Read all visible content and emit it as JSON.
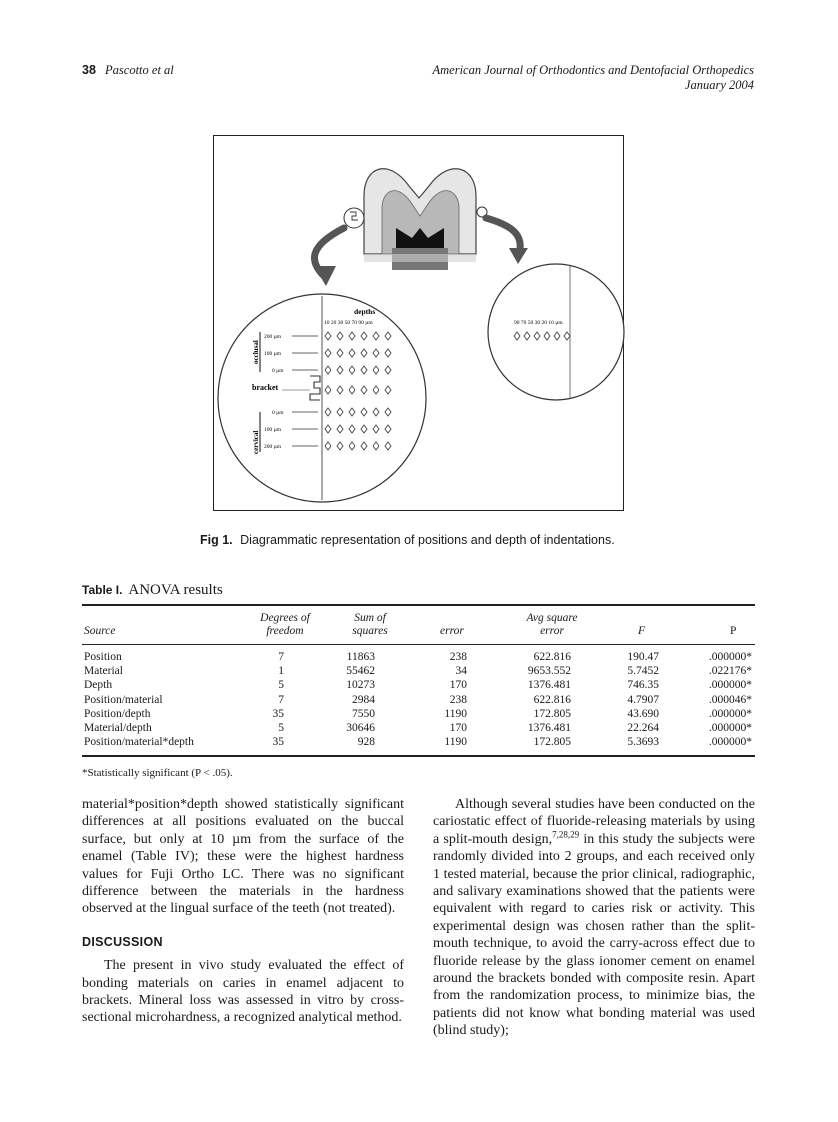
{
  "header": {
    "page_number": "38",
    "authors": "Pascotto et al",
    "journal": "American Journal of Orthodontics and Dentofacial Orthopedics",
    "issue": "January 2004"
  },
  "figure": {
    "labels": {
      "depths": "depths",
      "depth_scale_left": "10 20 30 50 70 90 µm",
      "depth_scale_right": "90 70 50 30 20 10 µm",
      "occlusal": "occlusal",
      "cervical": "cervical",
      "bracket": "bracket",
      "pos_200_top": "200 µm",
      "pos_100_top": "100 µm",
      "pos_0_top": "0 µm",
      "pos_0_bot": "0 µm",
      "pos_100_bot": "100 µm",
      "pos_200_bot": "200 µm"
    },
    "caption_label": "Fig 1.",
    "caption_text": "Diagrammatic representation of positions and depth of indentations."
  },
  "table": {
    "label": "Table I.",
    "title": "ANOVA results",
    "headers": {
      "source": "Source",
      "dof_1": "Degrees of",
      "dof_2": "freedom",
      "ss_1": "Sum of",
      "ss_2": "squares",
      "error": "error",
      "avg_1": "Avg square",
      "avg_2": "error",
      "f": "F",
      "p": "P"
    },
    "rows": [
      {
        "source": "Position",
        "dof": "7",
        "ss": "11863",
        "error": "238",
        "avg": "622.816",
        "f": "190.47",
        "p": ".000000*"
      },
      {
        "source": "Material",
        "dof": "1",
        "ss": "55462",
        "error": "34",
        "avg": "9653.552",
        "f": "5.7452",
        "p": ".022176*"
      },
      {
        "source": "Depth",
        "dof": "5",
        "ss": "10273",
        "error": "170",
        "avg": "1376.481",
        "f": "746.35",
        "p": ".000000*"
      },
      {
        "source": "Position/material",
        "dof": "7",
        "ss": "2984",
        "error": "238",
        "avg": "622.816",
        "f": "4.7907",
        "p": ".000046*"
      },
      {
        "source": "Position/depth",
        "dof": "35",
        "ss": "7550",
        "error": "1190",
        "avg": "172.805",
        "f": "43.690",
        "p": ".000000*"
      },
      {
        "source": "Material/depth",
        "dof": "5",
        "ss": "30646",
        "error": "170",
        "avg": "1376.481",
        "f": "22.264",
        "p": ".000000*"
      },
      {
        "source": "Position/material*depth",
        "dof": "35",
        "ss": "928",
        "error": "1190",
        "avg": "172.805",
        "f": "5.3693",
        "p": ".000000*"
      }
    ],
    "footnote": "*Statistically significant (P < .05)."
  },
  "body": {
    "left_para_1": "material*position*depth showed statistically significant differences at all positions evaluated on the buccal surface, but only at 10 µm from the surface of the enamel (Table IV); these were the highest hardness values for Fuji Ortho LC. There was no significant difference between the materials in the hardness observed at the lingual surface of the teeth (not treated).",
    "section_heading": "DISCUSSION",
    "left_para_2": "The present in vivo study evaluated the effect of bonding materials on caries in enamel adjacent to brackets. Mineral loss was assessed in vitro by cross-sectional microhardness, a recognized analytical method.",
    "right_para_1a": "Although several studies have been conducted on the cariostatic effect of fluoride-releasing materials by using a split-mouth design,",
    "right_refs": "7,28,29",
    "right_para_1b": " in this study the subjects were randomly divided into 2 groups, and each received only 1 tested material, because the prior clinical, radiographic, and salivary examinations showed that the patients were equivalent with regard to caries risk or activity. This experimental design was chosen rather than the split-mouth technique, to avoid the carry-across effect due to fluoride release by the glass ionomer cement on enamel around the brackets bonded with composite resin. Apart from the randomization process, to minimize bias, the patients did not know what bonding material was used (blind study);"
  }
}
